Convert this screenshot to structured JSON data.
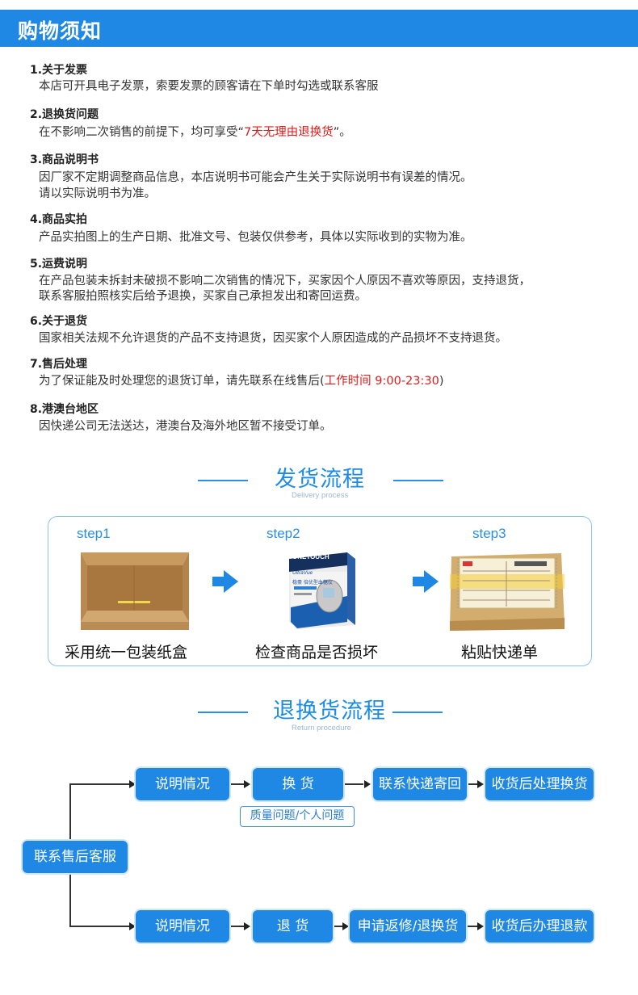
{
  "header": {
    "title": "购物须知"
  },
  "notices": [
    {
      "title": "1.关于发票",
      "body": [
        "本店可开具电子发票，索要发票的顾客请在下单时勾选或联系客服"
      ]
    },
    {
      "title": "2.退换货问题",
      "body_pre": "在不影响二次销售的前提下，均可享受“",
      "body_red": "7天无理由退换货",
      "body_post": "”。"
    },
    {
      "title": "3.商品说明书",
      "body": [
        "因厂家不定期调整商品信息，本店说明书可能会产生关于实际说明书有误差的情况。",
        "请以实际说明书为准。"
      ]
    },
    {
      "title": "4.商品实拍",
      "body": [
        "产品实拍图上的生产日期、批准文号、包装仅供参考，具体以实际收到的实物为准。"
      ]
    },
    {
      "title": "5.运费说明",
      "body": [
        "在产品包装未拆封未破损不影响二次销售的情况下，买家因个人原因不喜欢等原因，支持退货，",
        "联系客服拍照核实后给予退换，买家自己承担发出和寄回运费。"
      ]
    },
    {
      "title": "6.关于退货",
      "body": [
        "国家相关法规不允许退货的产品不支持退货，因买家个人原因造成的产品损坏不支持退货。"
      ]
    },
    {
      "title": "7.售后处理",
      "body_pre": "为了保证能及时处理您的退货订单，请先联系在线售后(",
      "body_red": "工作时间 9:00-23:30",
      "body_post": ")"
    },
    {
      "title": "8.港澳台地区",
      "body": [
        "因快递公司无法送达，港澳台及海外地区暂不接受订单。"
      ]
    }
  ],
  "delivery": {
    "title": "发货流程",
    "subtitle": "Delivery process",
    "steps": [
      {
        "label": "step1",
        "caption": "采用统一包装纸盒"
      },
      {
        "label": "step2",
        "caption": "检查商品是否损坏",
        "product_brand": "ONETOUCH",
        "product_line": "UltraVue",
        "product_name": "稳豪 倍优型血糖仪"
      },
      {
        "label": "step3",
        "caption": "粘贴快递单"
      }
    ]
  },
  "returns": {
    "title": "退换货流程",
    "subtitle": "Return procedure",
    "start": "联系售后客服",
    "exchange_row": [
      "说明情况",
      "换 货",
      "联系快递寄回",
      "收货后处理换货"
    ],
    "exchange_tag": "质量问题/个人问题",
    "refund_row": [
      "说明情况",
      "退 货",
      "申请返修/退换货",
      "收货后办理退款"
    ]
  },
  "colors": {
    "brand_blue": "#1f87e4",
    "accent_red": "#e01919"
  }
}
